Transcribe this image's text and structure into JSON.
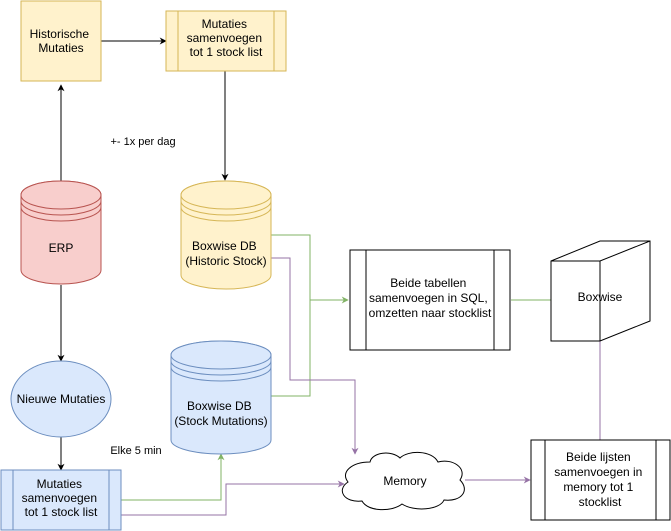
{
  "colors": {
    "yellow_fill": "#fff2cc",
    "yellow_stroke": "#d6b656",
    "red_fill": "#f8cecc",
    "red_stroke": "#b85450",
    "blue_fill": "#dae8fc",
    "blue_stroke": "#6c8ebf",
    "green_edge": "#82b366",
    "purple_edge": "#9673a6",
    "black": "#000000"
  },
  "nodes": {
    "historische_mutaties": {
      "lines": [
        "Historische",
        "Mutaties"
      ]
    },
    "samenvoegen_top": {
      "lines": [
        "Mutaties",
        "samenvoegen",
        "tot 1 stock list"
      ]
    },
    "erp": {
      "lines": [
        "ERP"
      ]
    },
    "boxwise_historic": {
      "lines": [
        "Boxwise DB",
        "(Historic Stock)"
      ]
    },
    "boxwise_mutations": {
      "lines": [
        "Boxwise DB",
        "(Stock Mutations)"
      ]
    },
    "nieuwe_mutaties": {
      "lines": [
        "Nieuwe Mutaties"
      ]
    },
    "samenvoegen_bottom": {
      "lines": [
        "Mutaties",
        "samenvoegen",
        "tot 1 stock list"
      ]
    },
    "beide_tabellen": {
      "lines": [
        "Beide tabellen",
        "samenvoegen in SQL,",
        "omzetten naar stocklist"
      ]
    },
    "boxwise": {
      "lines": [
        "Boxwise"
      ]
    },
    "memory": {
      "lines": [
        "Memory"
      ]
    },
    "beide_lijsten": {
      "lines": [
        "Beide lijsten",
        "samenvoegen in",
        "memory tot 1",
        "stocklist"
      ]
    }
  },
  "labels": {
    "per_dag": "+- 1x per dag",
    "elke_5_min": "Elke 5 min"
  }
}
